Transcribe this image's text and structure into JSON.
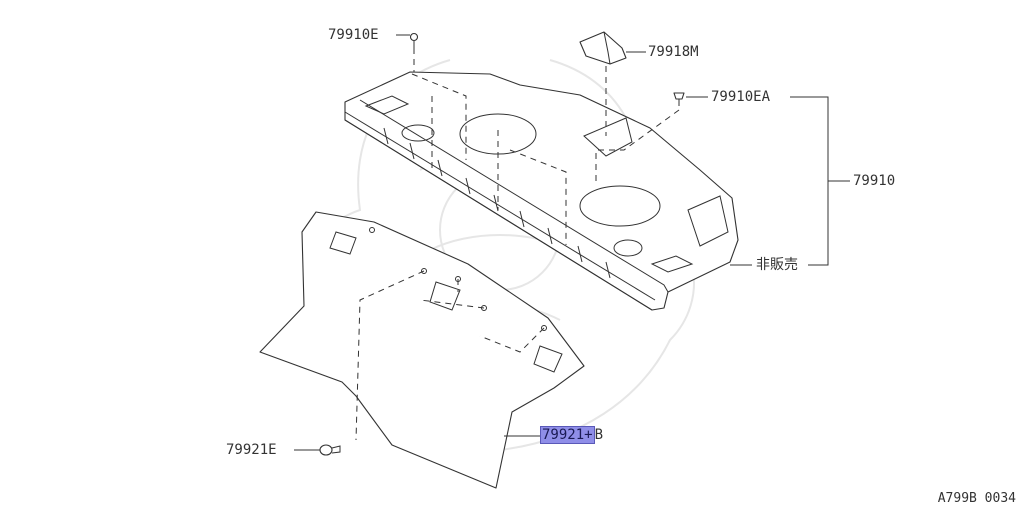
{
  "labels": {
    "clip_top": "79910E",
    "bracket": "79918M",
    "clip_ea": "79910EA",
    "assembly": "79910",
    "not_sold": "非販売",
    "clip_bottom": "79921E",
    "highlighted_part_a": "79921+",
    "highlighted_part_b": "B"
  },
  "reference_code": "A799B 0034",
  "colors": {
    "highlight": "#8f8ee8",
    "line": "#333333",
    "watermark": "#e6e6e6"
  }
}
